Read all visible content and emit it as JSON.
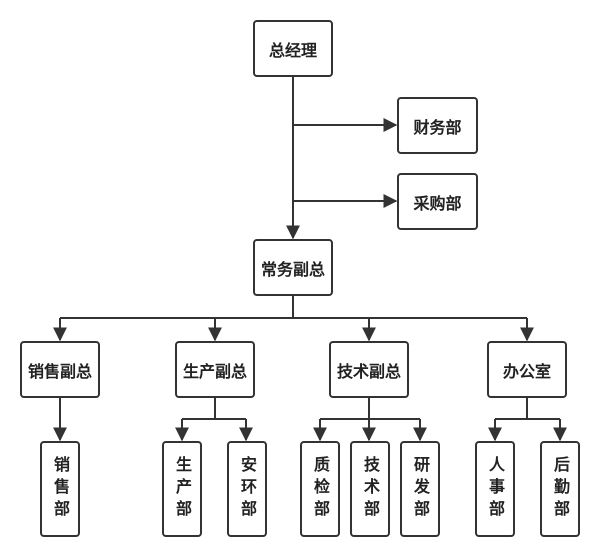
{
  "title": "组织结构图",
  "colors": {
    "line": "#333333",
    "text": "#222222",
    "fill": "#ffffff"
  },
  "nodes": {
    "gm": "总经理",
    "finance": "财务部",
    "purchasing": "采购部",
    "evp": "常务副总",
    "sales_vp": "销售副总",
    "production_vp": "生产副总",
    "tech_vp": "技术副总",
    "office": "办公室",
    "sales_dept": "销售部",
    "production_dept": "生产部",
    "safety_env_dept": "安环部",
    "qc_dept": "质检部",
    "tech_dept": "技术部",
    "rd_dept": "研发部",
    "hr_dept": "人事部",
    "logistics_dept": "后勤部"
  },
  "edges": [
    [
      "gm",
      "finance"
    ],
    [
      "gm",
      "purchasing"
    ],
    [
      "gm",
      "evp"
    ],
    [
      "evp",
      "sales_vp"
    ],
    [
      "evp",
      "production_vp"
    ],
    [
      "evp",
      "tech_vp"
    ],
    [
      "evp",
      "office"
    ],
    [
      "sales_vp",
      "sales_dept"
    ],
    [
      "production_vp",
      "production_dept"
    ],
    [
      "production_vp",
      "safety_env_dept"
    ],
    [
      "tech_vp",
      "qc_dept"
    ],
    [
      "tech_vp",
      "tech_dept"
    ],
    [
      "tech_vp",
      "rd_dept"
    ],
    [
      "office",
      "hr_dept"
    ],
    [
      "office",
      "logistics_dept"
    ]
  ]
}
